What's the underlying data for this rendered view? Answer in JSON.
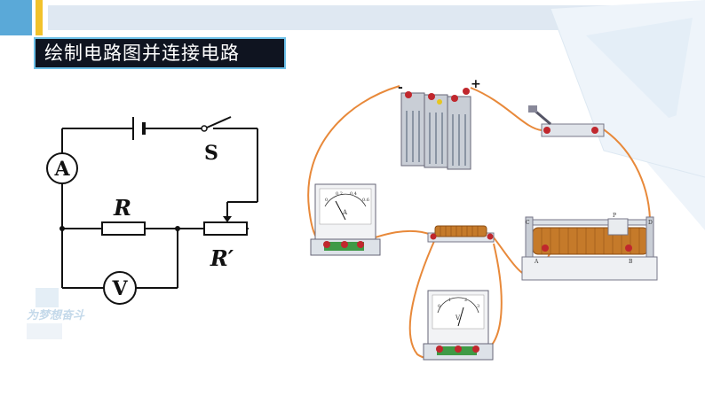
{
  "header": {
    "title": "绘制电路图并连接电路"
  },
  "circuit": {
    "ammeter_label": "A",
    "voltmeter_label": "V",
    "switch_label": "S",
    "resistor_label": "R",
    "rheostat_label": "R′"
  },
  "apparatus": {
    "battery_minus": "-",
    "battery_plus": "+",
    "ammeter_unit": "A",
    "voltmeter_unit": "V",
    "ammeter_scale": [
      "0",
      "0.2",
      "0.4",
      "0.6"
    ],
    "voltmeter_scale": [
      "0",
      "1",
      "2",
      "3"
    ],
    "rheostat_marks": [
      "C",
      "P",
      "D",
      "A",
      "B"
    ]
  },
  "watermark": {
    "text": "为梦想奋斗"
  },
  "colors": {
    "title_bg": "#0f1420",
    "title_border": "#6cc0e8",
    "wire": "#e8893a",
    "accent_blue": "#5aa9d8",
    "accent_yellow": "#f2c22b"
  }
}
